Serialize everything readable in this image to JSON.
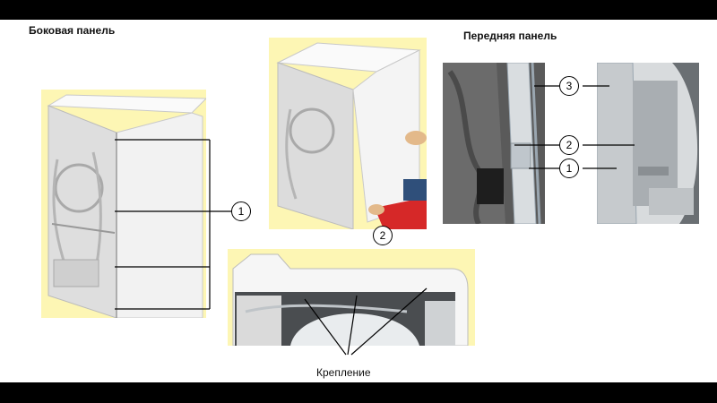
{
  "headings": {
    "side_panel": "Боковая панель",
    "front_panel": "Передняя панель"
  },
  "captions": {
    "fastening": "Крепление"
  },
  "callouts": {
    "side_main": "1",
    "removal": "2",
    "front_top": "3",
    "front_middle": "2",
    "front_bottom": "1"
  },
  "colors": {
    "highlight_background": "#fdf6b4",
    "appliance_body": "#f2f2f2",
    "glove": "#d62828",
    "frame": "#9aa6b0"
  }
}
